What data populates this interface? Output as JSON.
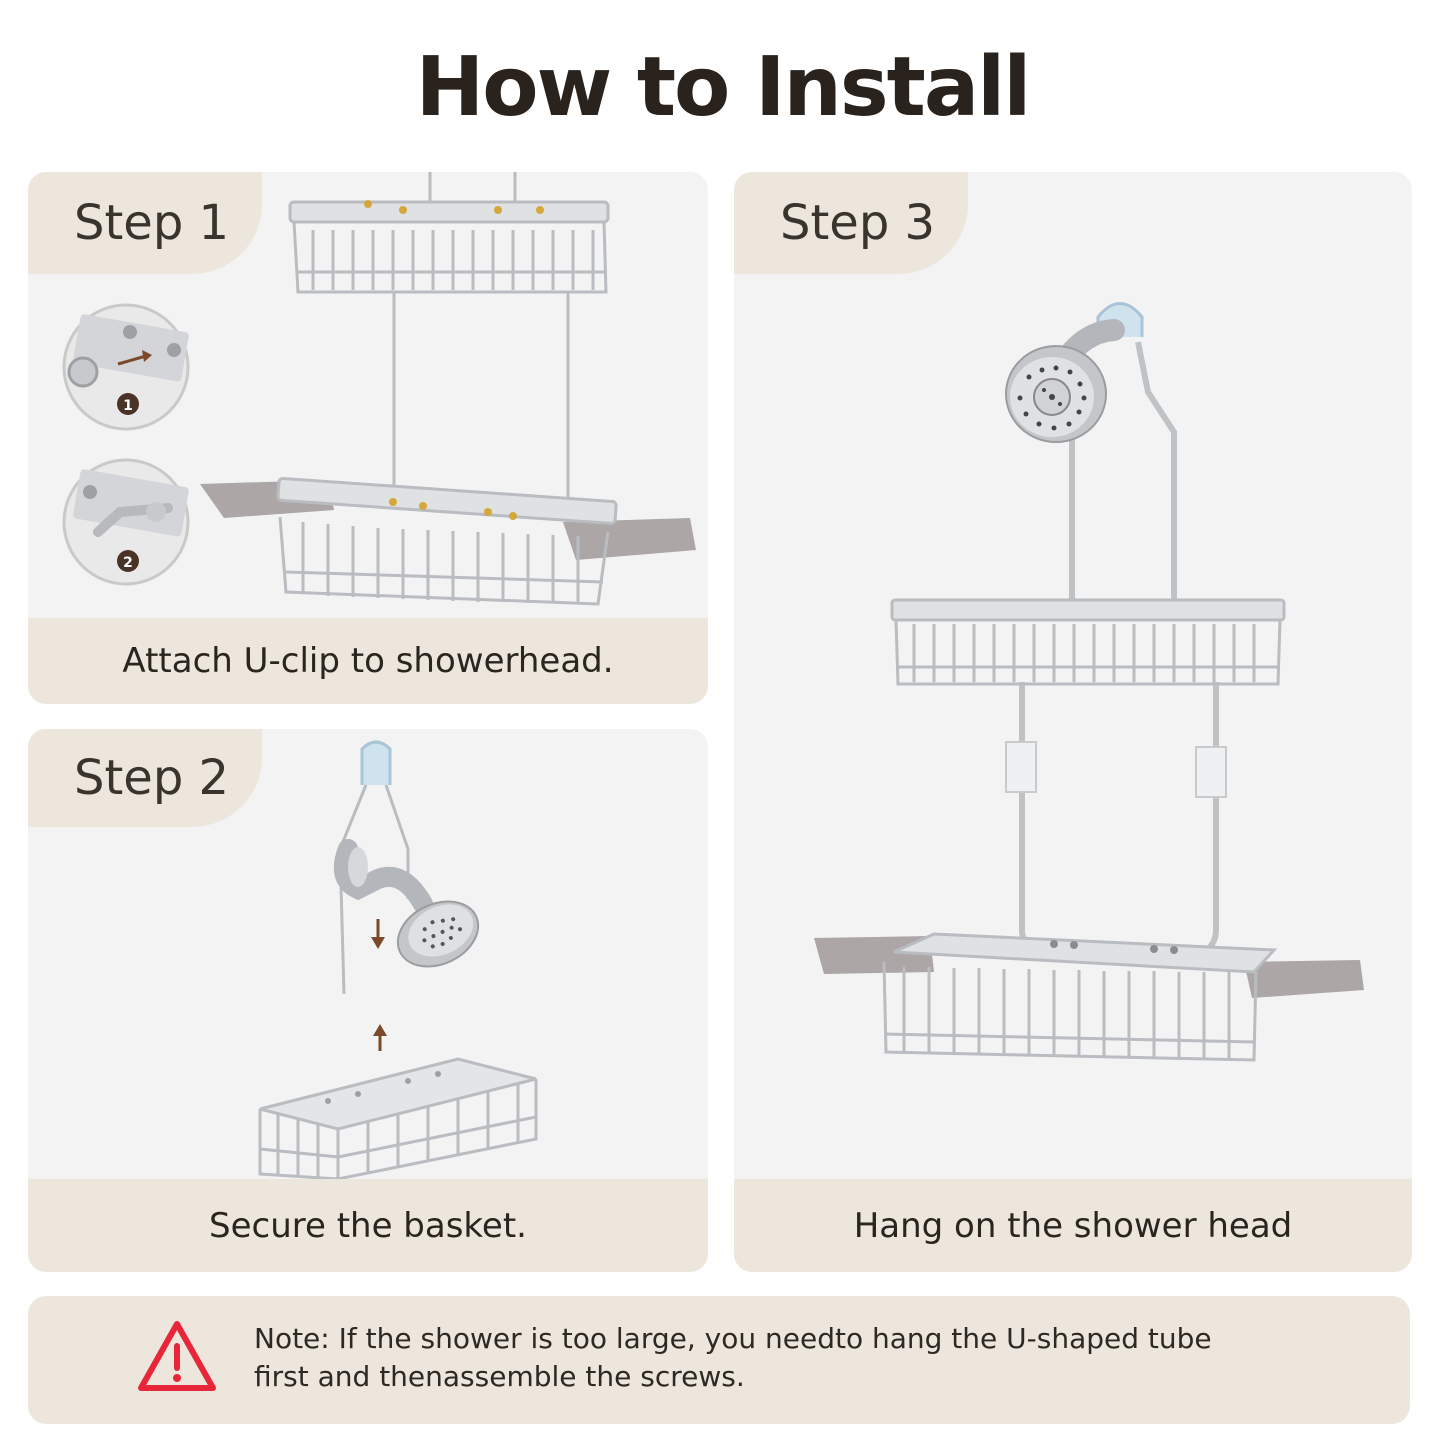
{
  "page": {
    "title": "How to Install"
  },
  "steps": [
    {
      "label": "Step 1",
      "caption": "Attach U-clip to showerhead."
    },
    {
      "label": "Step 2",
      "caption": "Secure the basket."
    },
    {
      "label": "Step 3",
      "caption": "Hang on the shower head"
    }
  ],
  "detail_badges": [
    "1",
    "2"
  ],
  "note": {
    "line1": "Note: If the shower is too large, you needto hang the U-shaped tube",
    "line2": "first and thenassemble the screws."
  },
  "colors": {
    "tab_beige": "#ece6dc",
    "panel_gray": "#f3f3f3",
    "title_dark": "#2a231d",
    "warning_red": "#e8263a",
    "arrow_brown": "#7a4a2a"
  }
}
